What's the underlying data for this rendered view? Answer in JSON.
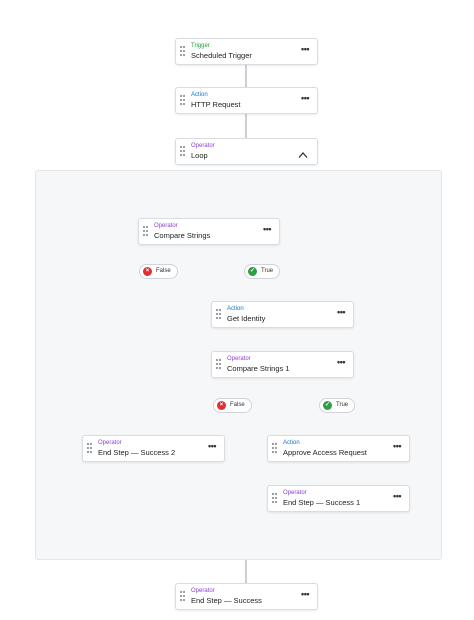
{
  "nodes": {
    "trigger": {
      "kind": "Trigger",
      "title": "Scheduled Trigger"
    },
    "http": {
      "kind": "Action",
      "title": "HTTP Request"
    },
    "loop": {
      "kind": "Operator",
      "title": "Loop"
    },
    "compare1": {
      "kind": "Operator",
      "title": "Compare Strings"
    },
    "get_identity": {
      "kind": "Action",
      "title": "Get Identity"
    },
    "compare2": {
      "kind": "Operator",
      "title": "Compare Strings 1"
    },
    "end2": {
      "kind": "Operator",
      "title": "End Step — Success 2"
    },
    "approve": {
      "kind": "Action",
      "title": "Approve Access Request"
    },
    "end1": {
      "kind": "Operator",
      "title": "End Step — Success 1"
    },
    "end_final": {
      "kind": "Operator",
      "title": "End Step — Success"
    }
  },
  "branches": {
    "false_label": "False",
    "true_label": "True"
  },
  "menu_glyph": "•••",
  "icons": {
    "false": "close-circle-icon",
    "true": "check-circle-icon",
    "collapse": "chevron-up-icon",
    "drag": "drag-handle-icon"
  },
  "colors": {
    "trigger": "#1e9e3a",
    "action": "#1a73c9",
    "operator": "#8a3fd1",
    "false": "#e03131",
    "true": "#2f9e44"
  }
}
